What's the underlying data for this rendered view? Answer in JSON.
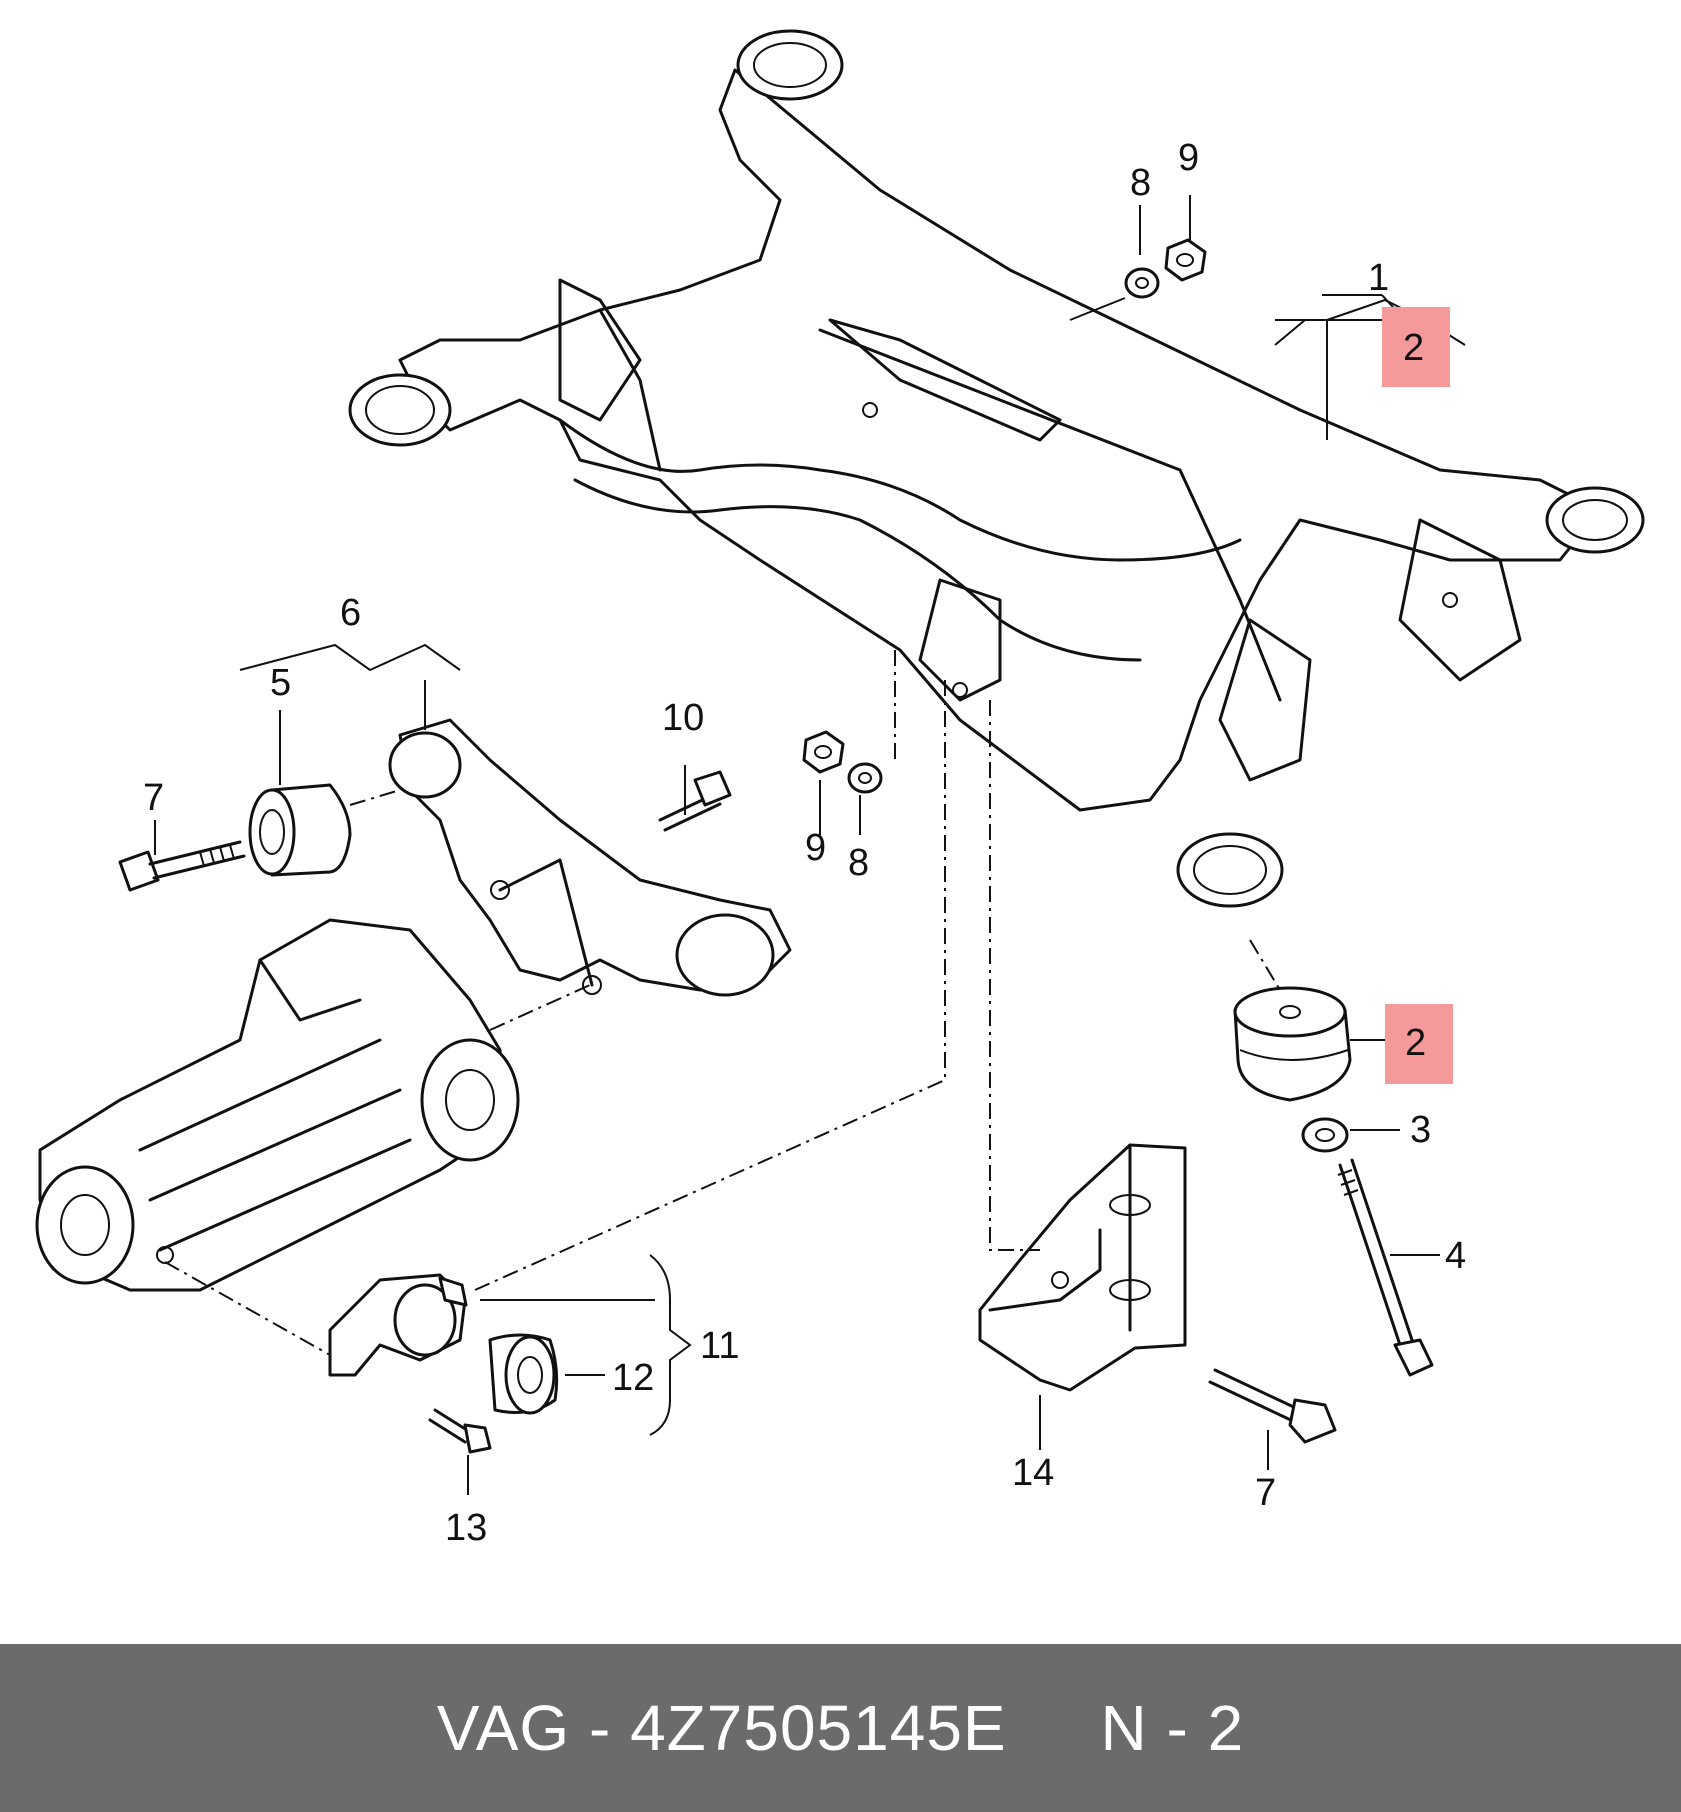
{
  "callouts": {
    "c1": "1",
    "c2a": "2",
    "c2b": "2",
    "c3": "3",
    "c4": "4",
    "c5": "5",
    "c6": "6",
    "c7a": "7",
    "c7b": "7",
    "c8a": "8",
    "c8b": "8",
    "c9a": "9",
    "c9b": "9",
    "c10": "10",
    "c11": "11",
    "c12": "12",
    "c13": "13",
    "c14": "14"
  },
  "highlight_color": "#f59a9a",
  "footer": {
    "brand": "VAG",
    "separator": " - ",
    "part_number": "4Z7505145E",
    "position": "N - 2"
  }
}
